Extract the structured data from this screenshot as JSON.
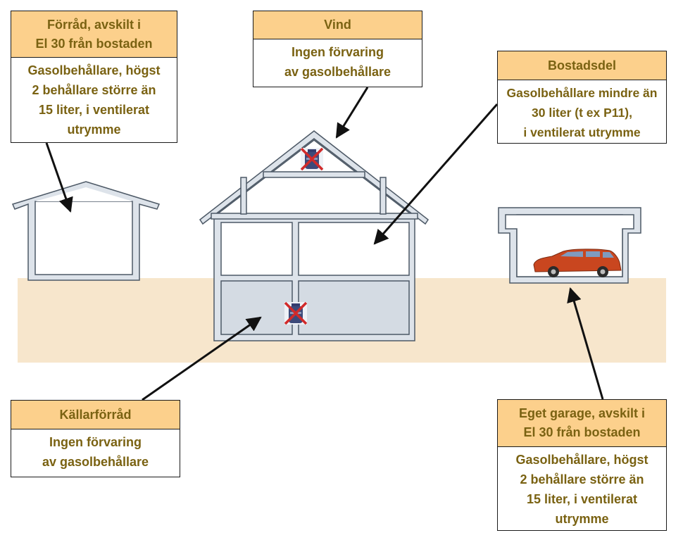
{
  "labels": {
    "forrad": {
      "title": "Förråd, avskilt i\nEl 30 från bostaden",
      "body": "Gasolbehållare, högst\n2 behållare större än\n15 liter, i ventilerat\nutrymme"
    },
    "vind": {
      "title": "Vind",
      "body": "Ingen förvaring\nav gasolbehållare"
    },
    "bostadsdel": {
      "title": "Bostadsdel",
      "body": "Gasolbehållare mindre än\n30 liter (t ex P11),\ni ventilerat utrymme"
    },
    "kallarforrad": {
      "title": "Källarförråd",
      "body": "Ingen förvaring\nav gasolbehållare"
    },
    "garage": {
      "title": "Eget garage, avskilt i\nEl 30 från bostaden",
      "body": "Gasolbehållare, högst\n2 behållare större än\n15 liter, i ventilerat\nutrymme"
    }
  },
  "icons": {
    "forbidden_cylinder": "gas-cylinder-crossed-icon",
    "car": "car-icon"
  },
  "colors": {
    "label_header_bg": "#fcd08c",
    "label_text": "#7a6212",
    "ground": "#f7e6cc",
    "basement": "#d4dbe3",
    "wall_fill": "#dde3ea",
    "wall_stroke": "#4d5966",
    "cross": "#d12a2a",
    "car_body": "#c9461f"
  }
}
